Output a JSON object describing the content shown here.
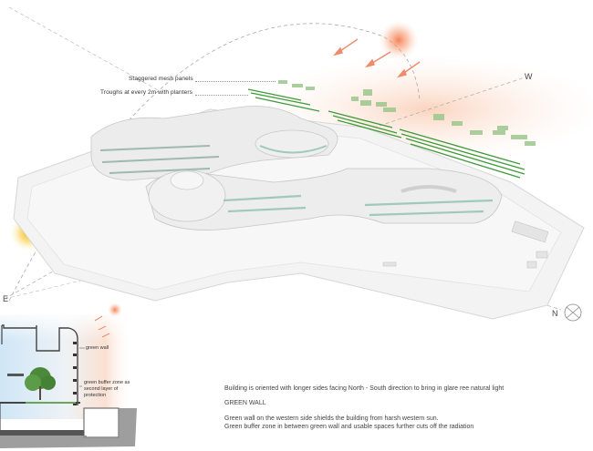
{
  "annotations": {
    "mesh_panels": "Staggered mesh panels",
    "troughs": "Troughs at every 2m with planters"
  },
  "compass": {
    "west": "W",
    "east": "E",
    "north": "N",
    "north_symbol": "north-arrow-circle"
  },
  "section": {
    "green_wall": "green wall",
    "buffer_zone_line1": "green buffer zone as",
    "buffer_zone_line2": "second layer of",
    "buffer_zone_line3": "protection"
  },
  "notes": {
    "orientation": "Building is oriented with longer sides facing North - South direction  to bring in glare ree natural light",
    "heading": "GREEN WALL",
    "line1": "Green wall on the western side shields the building from harsh western sun.",
    "line2": "Green buffer zone in between green wall and usable spaces further cuts off the radiation"
  },
  "colors": {
    "western_sun": "#f08a5d",
    "eastern_sun": "#f5c21b",
    "green_panels": "#3f9a3a",
    "glass": "#9fc9bb",
    "building": "#f2f2f2"
  }
}
